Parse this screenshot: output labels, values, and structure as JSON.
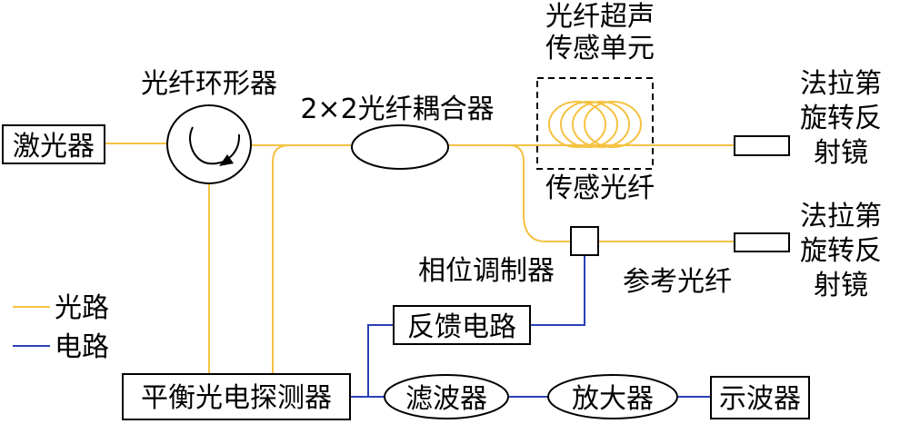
{
  "colors": {
    "optical": "#F5C242",
    "electrical": "#2B3FB8",
    "outline": "#000000"
  },
  "components": {
    "laser": "激光器",
    "circulator": "光纤环形器",
    "coupler": "2×2光纤耦合器",
    "sensing_unit_line1": "光纤超声",
    "sensing_unit_line2": "传感单元",
    "sensing_fiber": "传感光纤",
    "faraday_1": [
      "法拉第",
      "旋转反",
      "射镜"
    ],
    "faraday_2": [
      "法拉第",
      "旋转反",
      "射镜"
    ],
    "phase_modulator": "相位调制器",
    "reference_fiber": "参考光纤",
    "feedback_circuit": "反馈电路",
    "balanced_detector": "平衡光电探测器",
    "filter": "滤波器",
    "amplifier": "放大器",
    "oscilloscope": "示波器"
  },
  "legend": {
    "optical_label": "光路",
    "electrical_label": "电路"
  }
}
